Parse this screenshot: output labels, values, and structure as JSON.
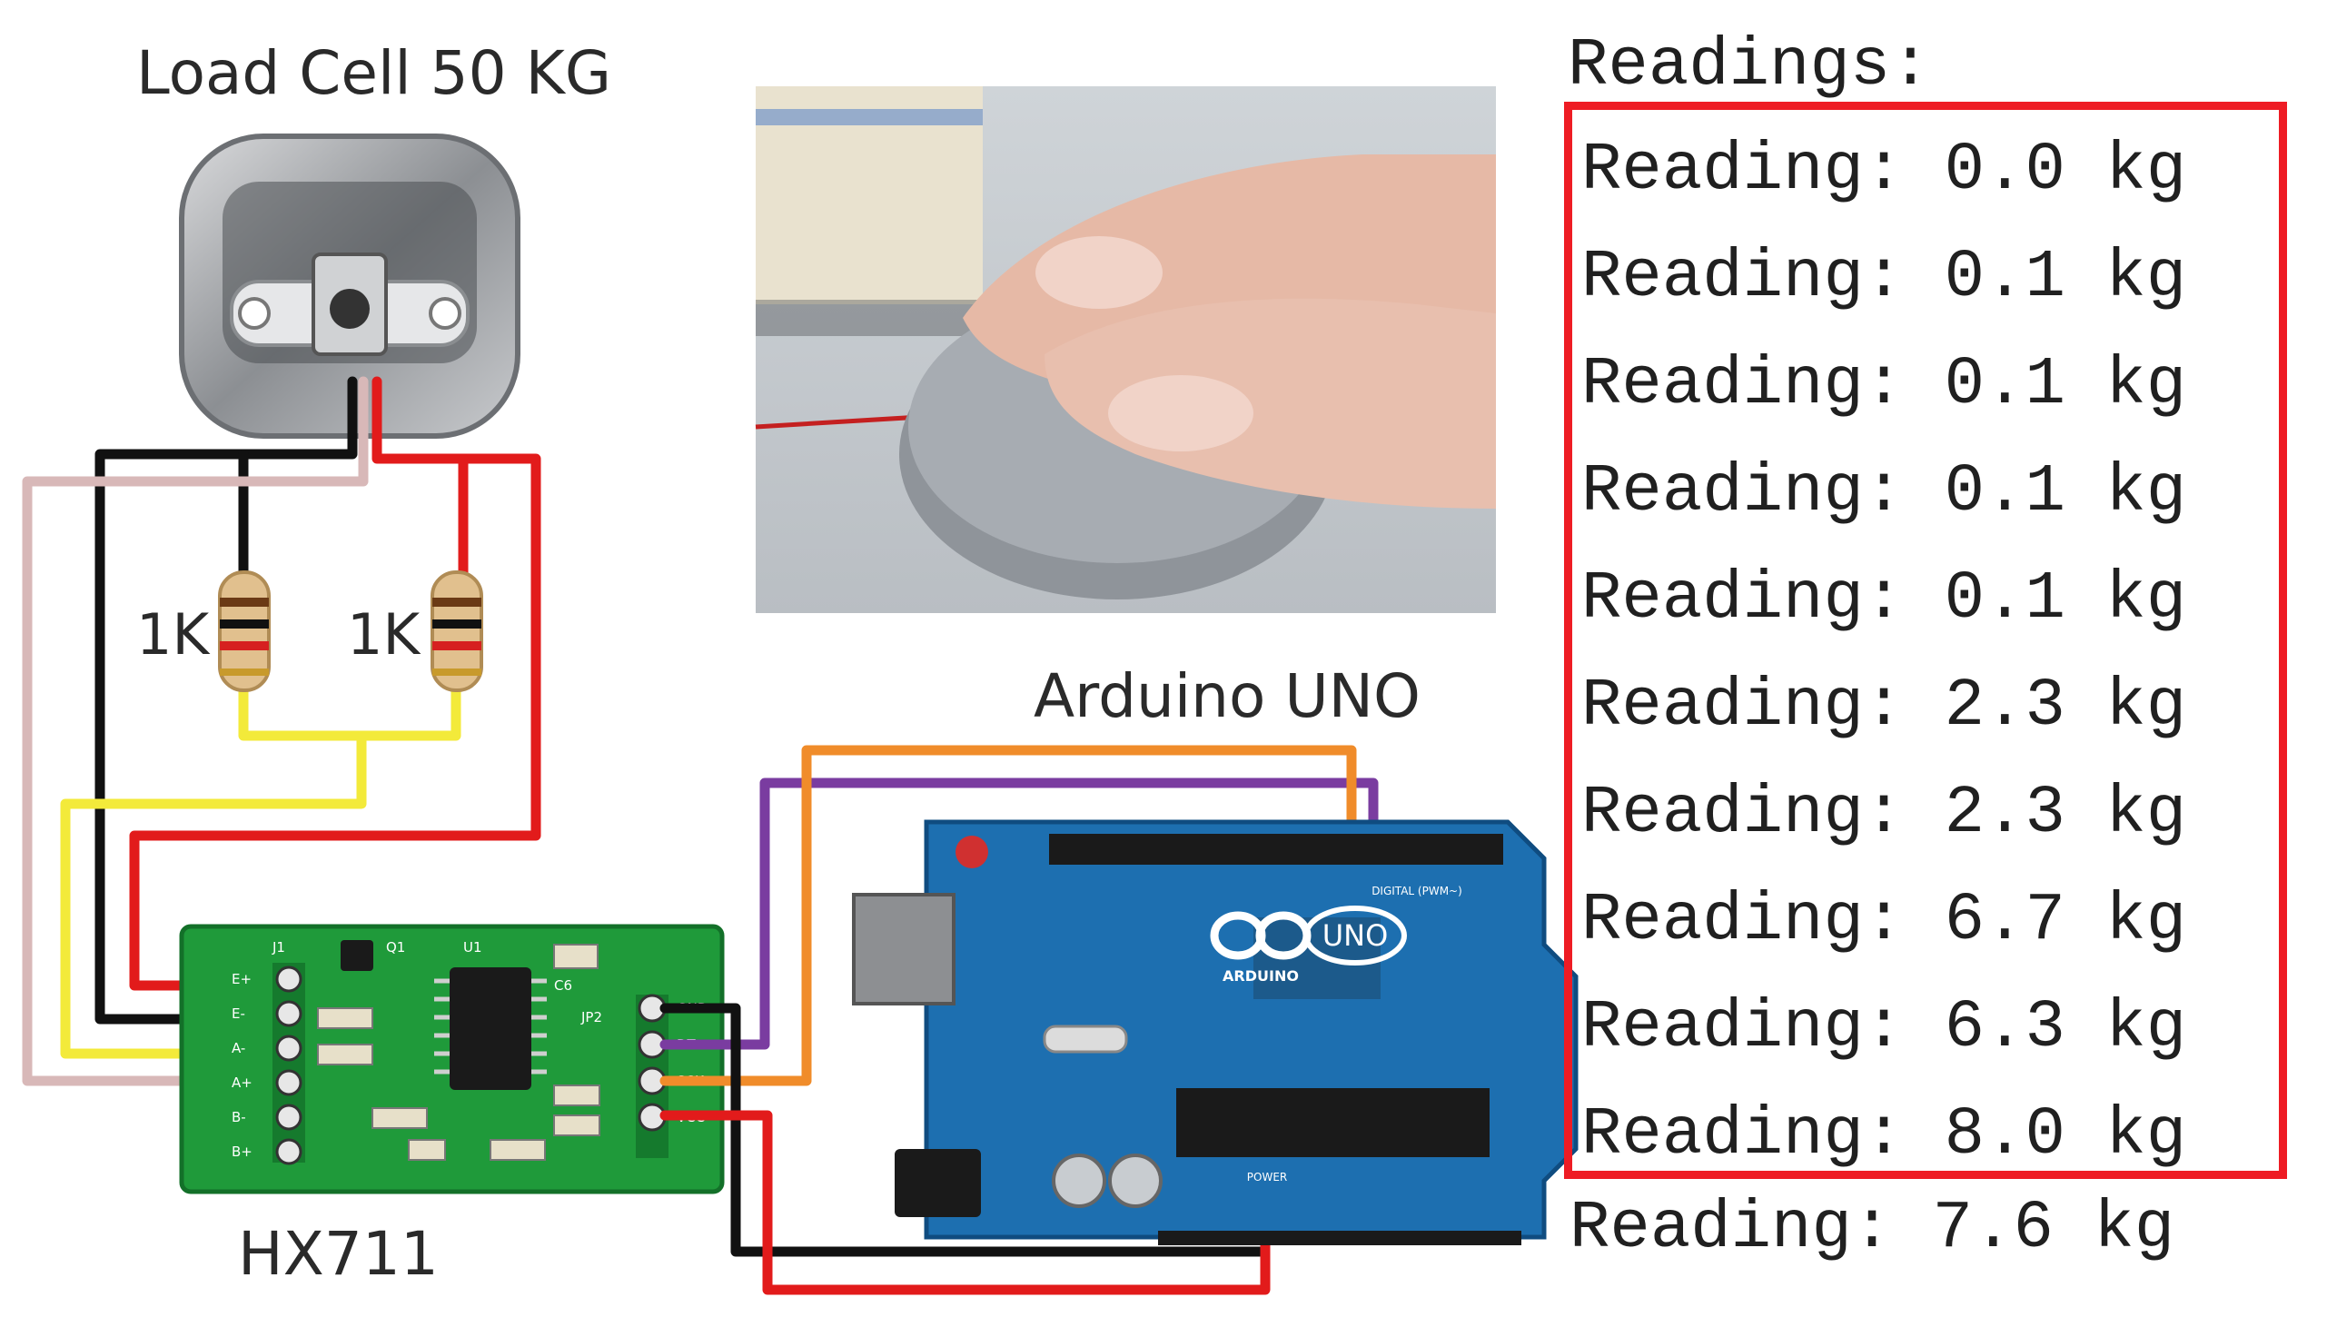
{
  "labels": {
    "load_cell": "Load Cell 50 KG",
    "arduino": "Arduino UNO",
    "hx711": "HX711",
    "resistor_left": "1K",
    "resistor_right": "1K"
  },
  "hx711_pins_left": [
    "E+",
    "E-",
    "A-",
    "A+",
    "B-",
    "B+"
  ],
  "hx711_pins_right": [
    "GND",
    "DT",
    "SCK",
    "VCC"
  ],
  "hx711_silkscreen": [
    "J1",
    "Q1",
    "U1",
    "C6",
    "JP2"
  ],
  "arduino_board": {
    "brand": "ARDUINO",
    "model": "UNO",
    "header": "DIGITAL (PWM~)",
    "power": "POWER"
  },
  "serial": {
    "heading": "Readings:",
    "highlighted": [
      "Reading: 0.0 kg",
      "Reading: 0.1 kg",
      "Reading: 0.1 kg",
      "Reading: 0.1 kg",
      "Reading: 0.1 kg",
      "Reading: 2.3 kg",
      "Reading: 2.3 kg",
      "Reading: 6.7 kg",
      "Reading: 6.3 kg",
      "Reading: 8.0 kg"
    ],
    "last": "Reading: 7.6 kg"
  },
  "colors": {
    "wire_black": "#111111",
    "wire_pink": "#d8b8b8",
    "wire_red": "#e21b1b",
    "wire_yellow": "#f3ea3a",
    "wire_orange": "#f08c2a",
    "wire_purple": "#7a3ca0",
    "pcb_green": "#1f9a3a",
    "arduino_blue": "#1d6fb0",
    "highlight_red": "#ee1c24"
  }
}
